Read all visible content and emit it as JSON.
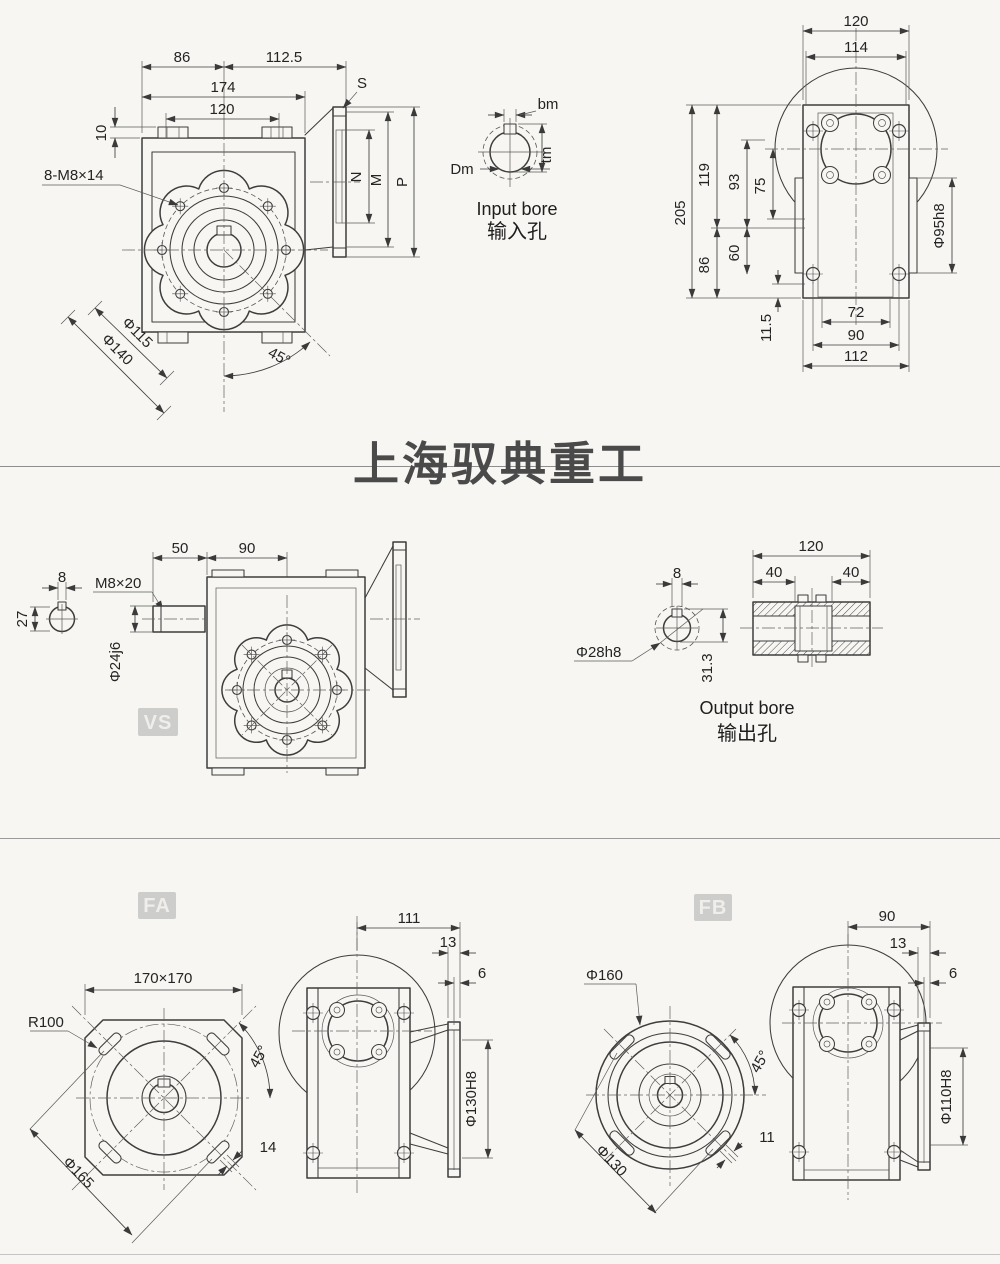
{
  "page": {
    "title": "上海驭典重工",
    "bg": "#f7f6f2",
    "ink": "#3d3d3d"
  },
  "front": {
    "d86": "86",
    "d112_5": "112.5",
    "d174": "174",
    "d120": "120",
    "d10": "10",
    "bolts": "8-M8×14",
    "d115": "Φ115",
    "d140": "Φ140",
    "a45": "45°",
    "s": "S",
    "n": "N",
    "m": "M",
    "p": "P"
  },
  "input_bore": {
    "bm": "bm",
    "dm": "Dm",
    "tm": "tm",
    "caption_en": "Input bore",
    "caption_zh": "输入孔"
  },
  "rear": {
    "d120": "120",
    "d114": "114",
    "d205": "205",
    "d119": "119",
    "d93": "93",
    "d75": "75",
    "d86": "86",
    "d60": "60",
    "d11_5": "11.5",
    "d95": "Φ95h8",
    "d72": "72",
    "d90": "90",
    "d112": "112"
  },
  "vs": {
    "stamp": "VS",
    "d8": "8",
    "d27": "27",
    "thread": "M8×20",
    "d24": "Φ24j6",
    "d50": "50",
    "d90": "90"
  },
  "output_bore": {
    "d8": "8",
    "d28": "Φ28h8",
    "d31_3": "31.3",
    "d120": "120",
    "d40a": "40",
    "d40b": "40",
    "caption_en": "Output bore",
    "caption_zh": "输出孔"
  },
  "fa": {
    "stamp": "FA",
    "d170": "170×170",
    "r100": "R100",
    "d165": "Φ165",
    "a45": "45°",
    "d14": "14"
  },
  "fa_side": {
    "d111": "111",
    "d13": "13",
    "d6": "6",
    "d130": "Φ130H8"
  },
  "fb": {
    "stamp": "FB",
    "d160": "Φ160",
    "a45": "45°",
    "d130": "Φ130",
    "d11": "11"
  },
  "fb_side": {
    "d90": "90",
    "d13": "13",
    "d6": "6",
    "d110": "Φ110H8"
  }
}
